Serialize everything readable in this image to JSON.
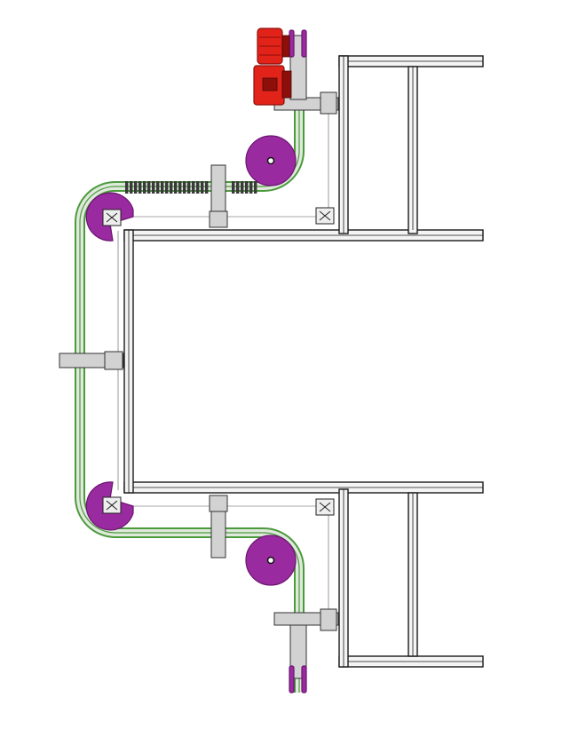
{
  "drawing": {
    "background": "#ffffff",
    "colors": {
      "frame_line": "#1a1a1a",
      "frame_fill": "#f4f4f4",
      "chain_green": "#4b9a3c",
      "chain_rail": "#dfe9dc",
      "sprocket_purple": "#9a2aa0",
      "sprocket_purple_dark": "#6a1570",
      "motor_red": "#e2231a",
      "motor_red_dark": "#8c0f0a",
      "support_grey": "#d2d2d2",
      "accumulation_chain": "#3a3a3a",
      "thin_line": "#555555"
    }
  },
  "components": [
    {
      "id": "drive-motor",
      "icon": "gear-motor-icon"
    },
    {
      "id": "drive-sprocket",
      "icon": "sprocket-icon"
    },
    {
      "id": "return-sprocket",
      "icon": "sprocket-icon"
    },
    {
      "id": "corner-wheel-top",
      "icon": "corner-wheel-icon"
    },
    {
      "id": "corner-wheel-bottom",
      "icon": "corner-wheel-icon"
    },
    {
      "id": "main-frame",
      "icon": "frame-icon"
    },
    {
      "id": "chain-track",
      "icon": "chain-icon"
    }
  ]
}
